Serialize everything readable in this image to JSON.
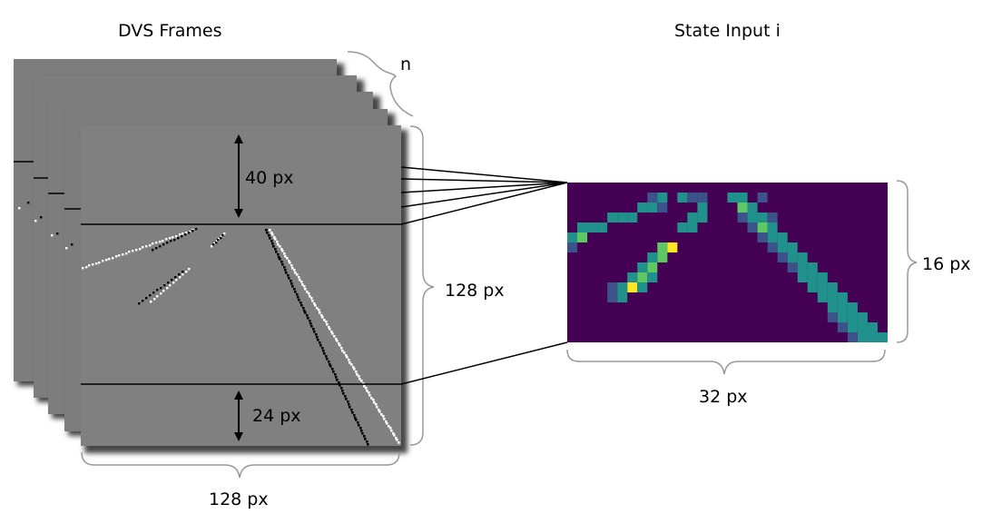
{
  "titles": {
    "dvs_frames": "DVS Frames",
    "state_input": "State Input i"
  },
  "labels": {
    "n": "n",
    "top_crop": "40 px",
    "bottom_crop": "24 px",
    "frame_height": "128 px",
    "frame_width": "128 px",
    "state_height": "16 px",
    "state_width": "32 px"
  },
  "colors": {
    "frame_gray": "#808080",
    "viridis_low": "#440154",
    "viridis_mid": "#21918c",
    "viridis_high": "#fde725"
  }
}
